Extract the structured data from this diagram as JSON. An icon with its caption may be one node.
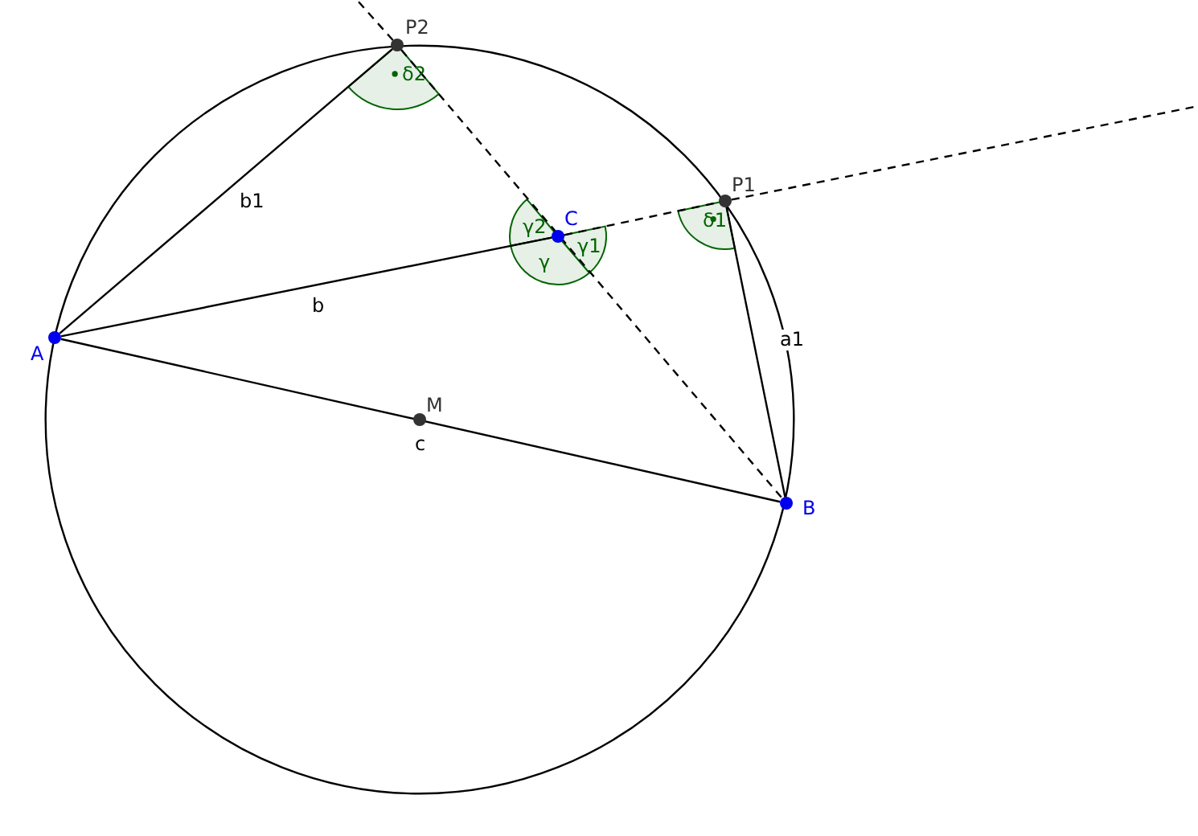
{
  "diagram": {
    "nodes": [
      {
        "text": [
          "P2"
        ]
      },
      {
        "text": [
          "P1"
        ]
      },
      {
        "text": [
          "C"
        ]
      },
      {
        "text": [
          "A"
        ]
      },
      {
        "text": [
          "M"
        ]
      },
      {
        "text": [
          "B"
        ]
      }
    ],
    "edges": [
      {
        "from": 3,
        "to": 2,
        "arrow": "none",
        "label": "b"
      },
      {
        "from": 3,
        "to": 5,
        "arrow": "none",
        "label": "c"
      },
      {
        "from": 3,
        "to": 0,
        "arrow": "none",
        "label": "b1"
      },
      {
        "from": 1,
        "to": 5,
        "arrow": "none",
        "label": "a1"
      },
      {
        "from": 2,
        "to": 1,
        "arrow": "none",
        "style": "dashed"
      },
      {
        "from": 1,
        "to": null,
        "arrow": "none",
        "style": "dashed"
      },
      {
        "from": 0,
        "to": 5,
        "arrow": "none",
        "style": "dashed"
      },
      {
        "from": 0,
        "to": null,
        "arrow": "none",
        "style": "dashed"
      }
    ],
    "labels": [
      "δ2",
      "δ1",
      "γ2",
      "γ1",
      "γ"
    ]
  }
}
